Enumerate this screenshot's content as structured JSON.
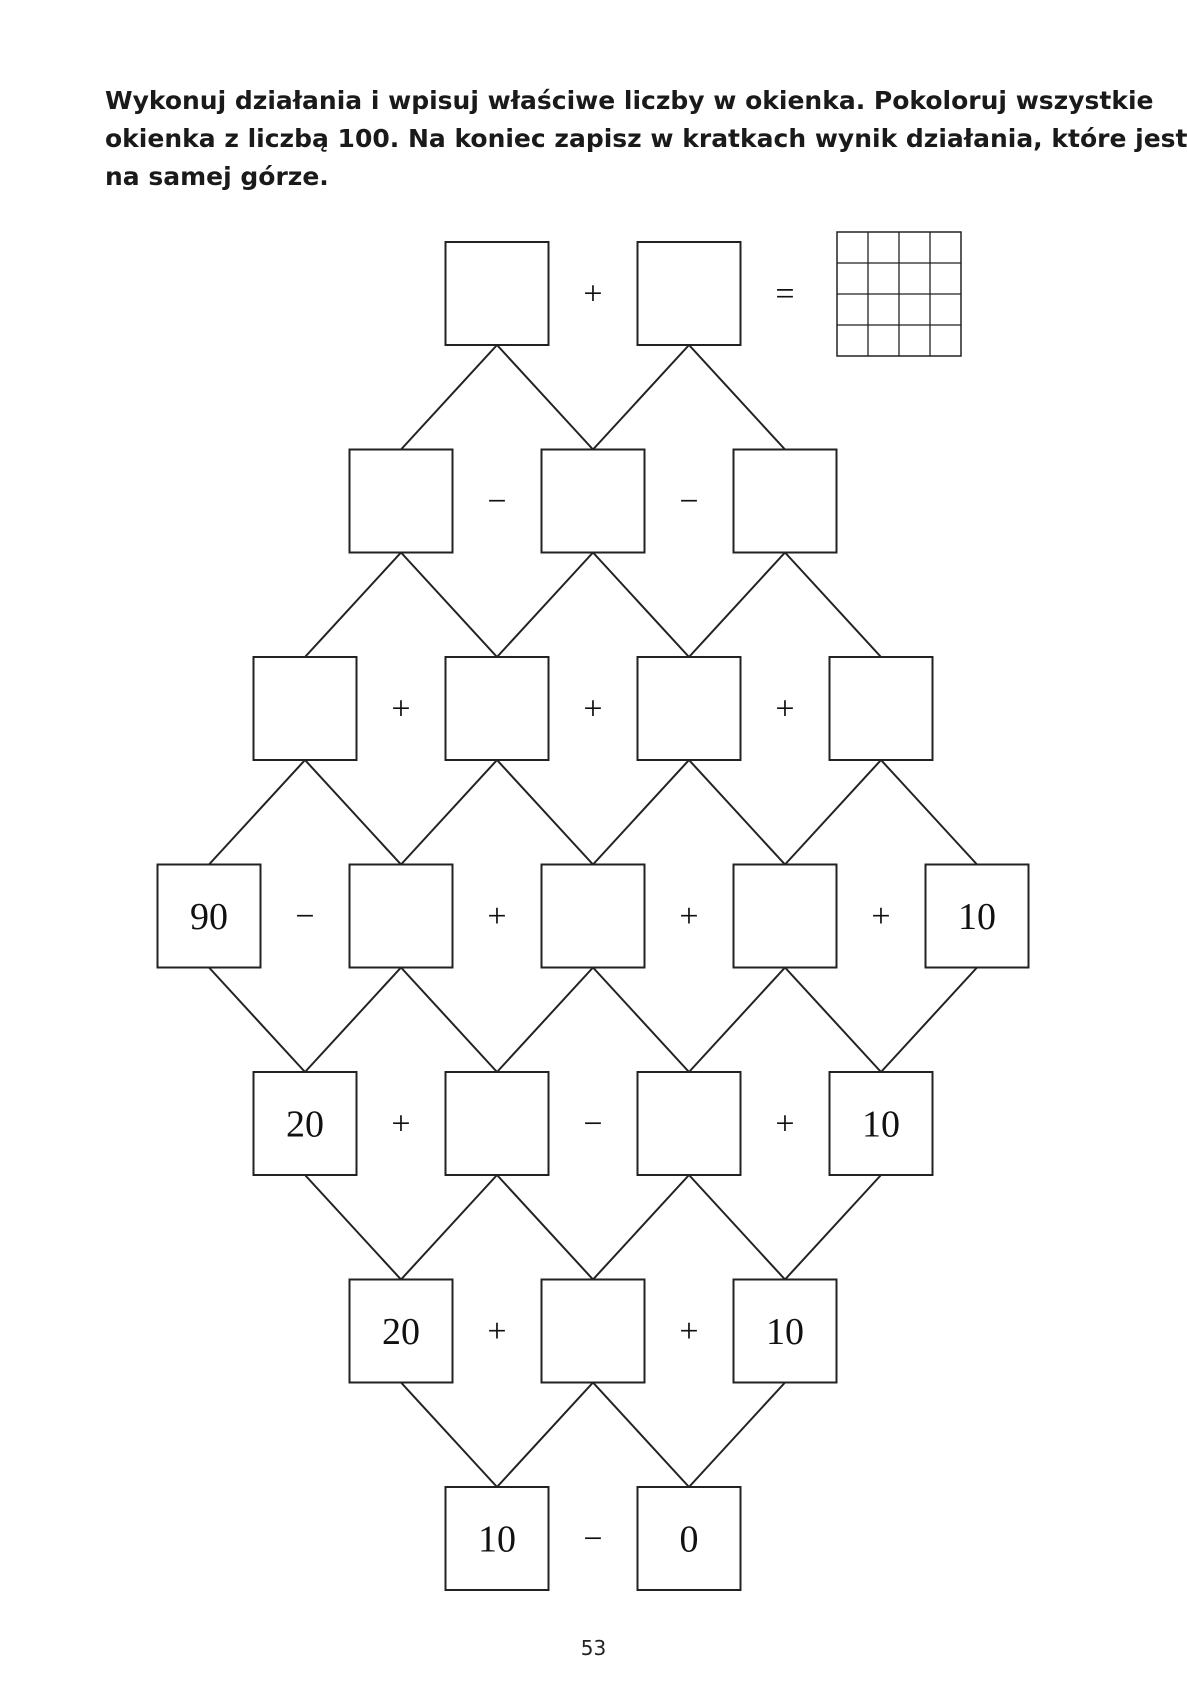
{
  "instruction": {
    "line1": "Wykonuj działania i wpisuj właściwe liczby w okienka. Pokoloruj wszystkie",
    "line2": "okienka z liczbą 100. Na koniec zapisz w kratkach wynik działania, które jest",
    "line3": "na samej górze."
  },
  "pyramid": {
    "rows": [
      {
        "cells": [
          "",
          ""
        ],
        "operators": [
          "+"
        ],
        "result_sign": "="
      },
      {
        "cells": [
          "",
          "",
          ""
        ],
        "operators": [
          "−",
          "−"
        ]
      },
      {
        "cells": [
          "",
          "",
          "",
          ""
        ],
        "operators": [
          "+",
          "+",
          "+"
        ]
      },
      {
        "cells": [
          "90",
          "",
          "",
          "",
          "10"
        ],
        "operators": [
          "−",
          "+",
          "+",
          "+"
        ]
      },
      {
        "cells": [
          "20",
          "",
          "",
          "10"
        ],
        "operators": [
          "+",
          "−",
          "+"
        ]
      },
      {
        "cells": [
          "20",
          "",
          "10"
        ],
        "operators": [
          "+",
          "+"
        ]
      },
      {
        "cells": [
          "10",
          "0"
        ],
        "operators": [
          "−"
        ]
      }
    ],
    "answer_grid": {
      "columns": 4,
      "rows": 4
    }
  },
  "page_number": "53"
}
